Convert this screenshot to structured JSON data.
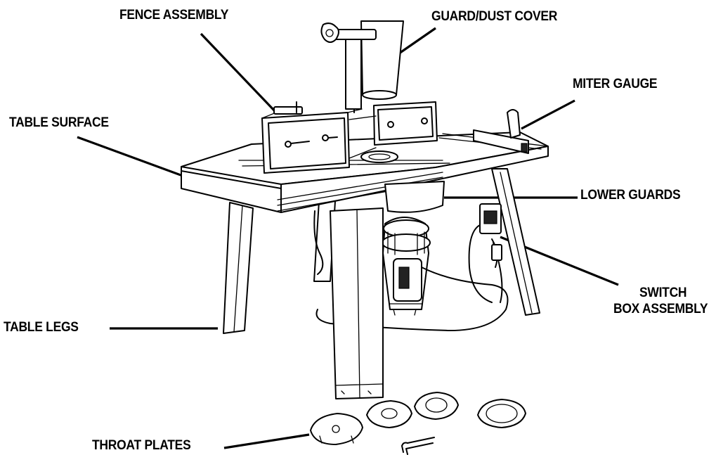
{
  "labels": {
    "fence_assembly": "FENCE ASSEMBLY",
    "guard_dust_cover": "GUARD/DUST COVER",
    "miter_gauge": "MITER GAUGE",
    "table_surface": "TABLE SURFACE",
    "lower_guards": "LOWER GUARDS",
    "switch_box_line1": "SWITCH",
    "switch_box_line2": "BOX ASSEMBLY",
    "table_legs": "TABLE LEGS",
    "throat_plates": "THROAT PLATES"
  }
}
